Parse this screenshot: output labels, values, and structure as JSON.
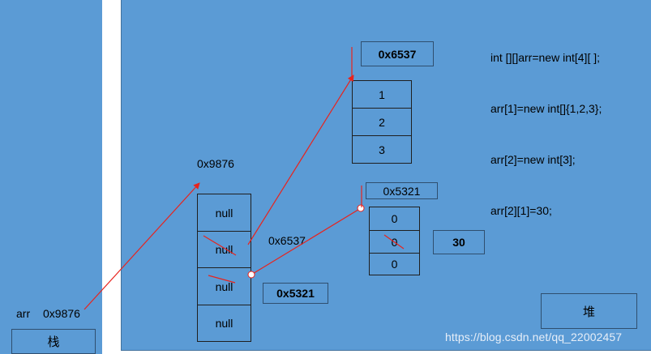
{
  "stack": {
    "var_name": "arr",
    "var_value": "0x9876",
    "caption": "栈"
  },
  "heap": {
    "caption": "堆",
    "outer_array": {
      "address": "0x9876",
      "cells": [
        "null",
        "null",
        "null",
        "null"
      ]
    },
    "array_one": {
      "address_box": "0x6537",
      "pointer_label": "0x6537",
      "cells": [
        "1",
        "2",
        "3"
      ]
    },
    "array_two": {
      "address_box": "0x5321",
      "pointer_label": "0x5321",
      "cells": [
        "0",
        "0",
        "0"
      ],
      "assigned_value": "30"
    }
  },
  "code": [
    "int [][]arr=new int[4][ ];",
    "arr[1]=new int[]{1,2,3};",
    "arr[2]=new int[3];",
    "arr[2][1]=30;"
  ],
  "watermark": "https://blog.csdn.net/qq_22002457",
  "colors": {
    "background_panel": "#5b9bd5",
    "arrow": "#e8231d"
  }
}
